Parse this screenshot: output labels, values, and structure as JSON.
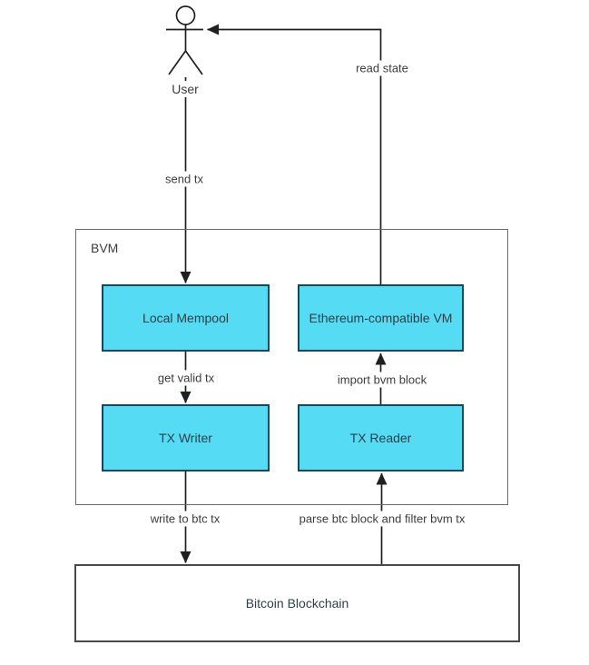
{
  "diagram": {
    "actor": {
      "label": "User"
    },
    "container": {
      "label": "BVM"
    },
    "nodes": {
      "local_mempool": "Local Mempool",
      "ethereum_vm": "Ethereum-compatible VM",
      "tx_writer": "TX Writer",
      "tx_reader": "TX Reader",
      "bitcoin_blockchain": "Bitcoin Blockchain"
    },
    "edge_labels": {
      "send_tx": "send tx",
      "read_state": "read state",
      "get_valid_tx": "get valid tx",
      "import_bvm_block": "import bvm block",
      "write_to_btc_tx": "write to btc tx",
      "parse_btc_block": "parse btc block and filter bvm tx"
    },
    "colors": {
      "node_fill": "#55dbf3",
      "node_border": "#17465a",
      "node_text": "#2e3f47",
      "line": "#1f1f1f",
      "container_border": "#6b6b6b",
      "outer_border": "#4a4a4a",
      "label_text": "#3c3c3c"
    }
  }
}
